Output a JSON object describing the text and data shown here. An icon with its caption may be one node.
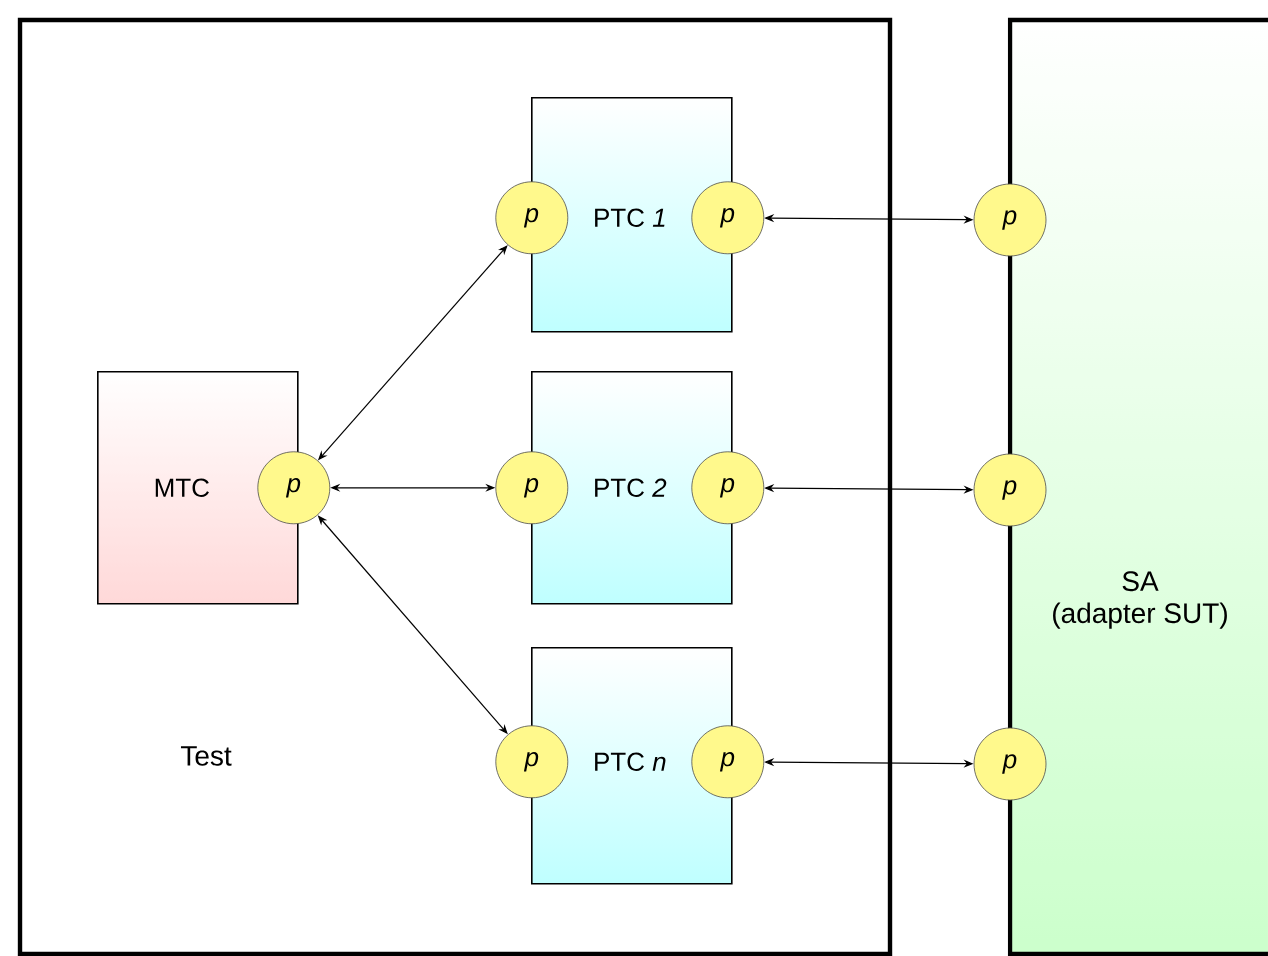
{
  "diagram": {
    "nodes": [
      {
        "text": [
          "Test"
        ]
      },
      {
        "text": [
          "MTC"
        ],
        "in": 0
      },
      {
        "text": [
          "p"
        ],
        "in": 0
      },
      {
        "text": [
          "PTC *1*"
        ],
        "in": 0
      },
      {
        "text": [
          "p"
        ],
        "in": 0
      },
      {
        "text": [
          "p"
        ],
        "in": 0
      },
      {
        "text": [
          "PTC *2*"
        ],
        "in": 0
      },
      {
        "text": [
          "p"
        ],
        "in": 0
      },
      {
        "text": [
          "p"
        ],
        "in": 0
      },
      {
        "text": [
          "PTC *n*"
        ],
        "in": 0
      },
      {
        "text": [
          "p"
        ],
        "in": 0
      },
      {
        "text": [
          "p"
        ],
        "in": 0
      },
      {
        "text": [
          "SA",
          "(adapter SUT)"
        ]
      },
      {
        "text": [
          "p"
        ]
      },
      {
        "text": [
          "p"
        ]
      },
      {
        "text": [
          "p"
        ]
      }
    ],
    "edges": [
      {
        "from": 2,
        "to": 4,
        "arrow": "both"
      },
      {
        "from": 2,
        "to": 7,
        "arrow": "both"
      },
      {
        "from": 2,
        "to": 10,
        "arrow": "both"
      },
      {
        "from": 5,
        "to": 13,
        "arrow": "both"
      },
      {
        "from": 8,
        "to": 14,
        "arrow": "both"
      },
      {
        "from": 11,
        "to": 15,
        "arrow": "both"
      }
    ]
  }
}
